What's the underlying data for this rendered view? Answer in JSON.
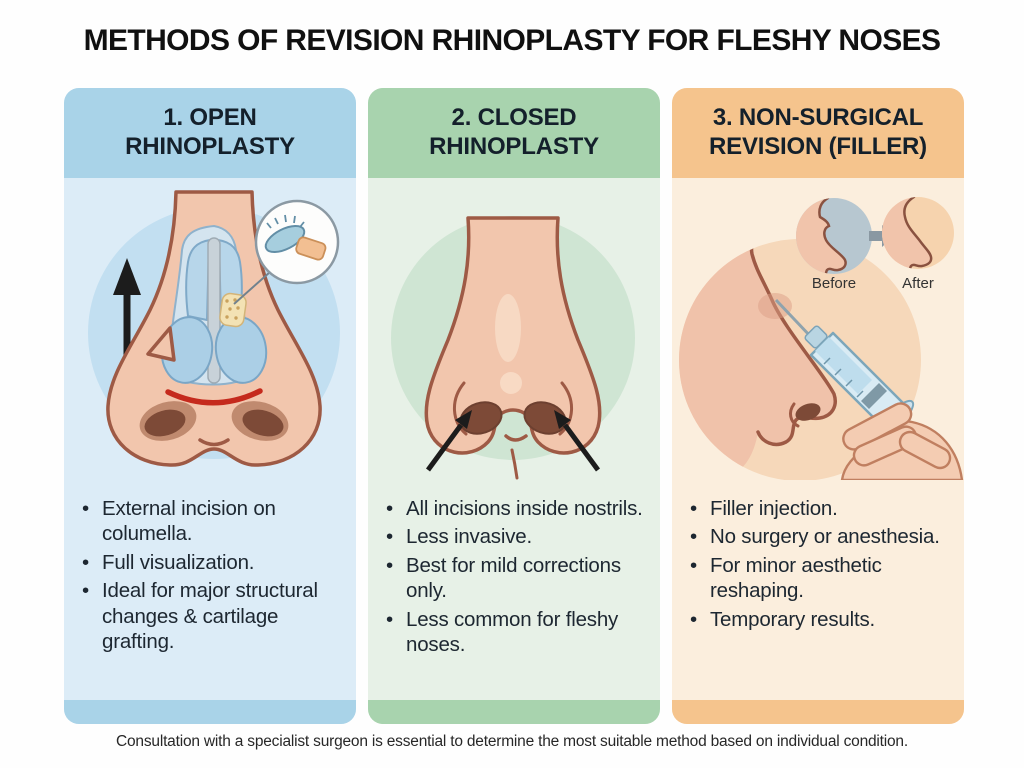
{
  "title": "METHODS OF REVISION RHINOPLASTY FOR FLESHY NOSES",
  "footer_note": "Consultation with a specialist surgeon is essential to determine the most suitable method based on individual condition.",
  "glyphs": {
    "bullet": "•"
  },
  "illustration_colors": {
    "skin": "#f2c6ad",
    "skin-outline": "#9e5a45",
    "cartilage-blue": "#b7d6ea",
    "incision-red": "#c52a1d",
    "arrow-black": "#1c1c1c",
    "syringe-blue": "#d9ebf4",
    "nostril-brown": "#7d4a37"
  },
  "columns": [
    {
      "header": "1. OPEN RHINOPLASTY",
      "bullets": [
        "External incision on columella.",
        "Full visualization.",
        "Ideal for major structural changes & cartilage grafting."
      ],
      "theme": {
        "header_bg": "#a9d3e8",
        "body_bg": "#dcecf7",
        "circle_bg": "#c2dff1"
      }
    },
    {
      "header": "2. CLOSED RHINOPLASTY",
      "bullets": [
        "All incisions inside nostrils.",
        "Less invasive.",
        "Best for mild corrections only.",
        "Less common for fleshy noses."
      ],
      "theme": {
        "header_bg": "#a8d3ae",
        "body_bg": "#e7f1e7",
        "circle_bg": "#cfe5d3"
      }
    },
    {
      "header": "3. NON-SURGICAL REVISION (FILLER)",
      "bullets": [
        "Filler injection.",
        "No surgery or anesthesia.",
        "For minor aesthetic reshaping.",
        "Temporary results."
      ],
      "before_label": "Before",
      "after_label": "After",
      "theme": {
        "header_bg": "#f5c48d",
        "body_bg": "#fbeedd",
        "circle_bg": "#f6d8ba"
      }
    }
  ]
}
